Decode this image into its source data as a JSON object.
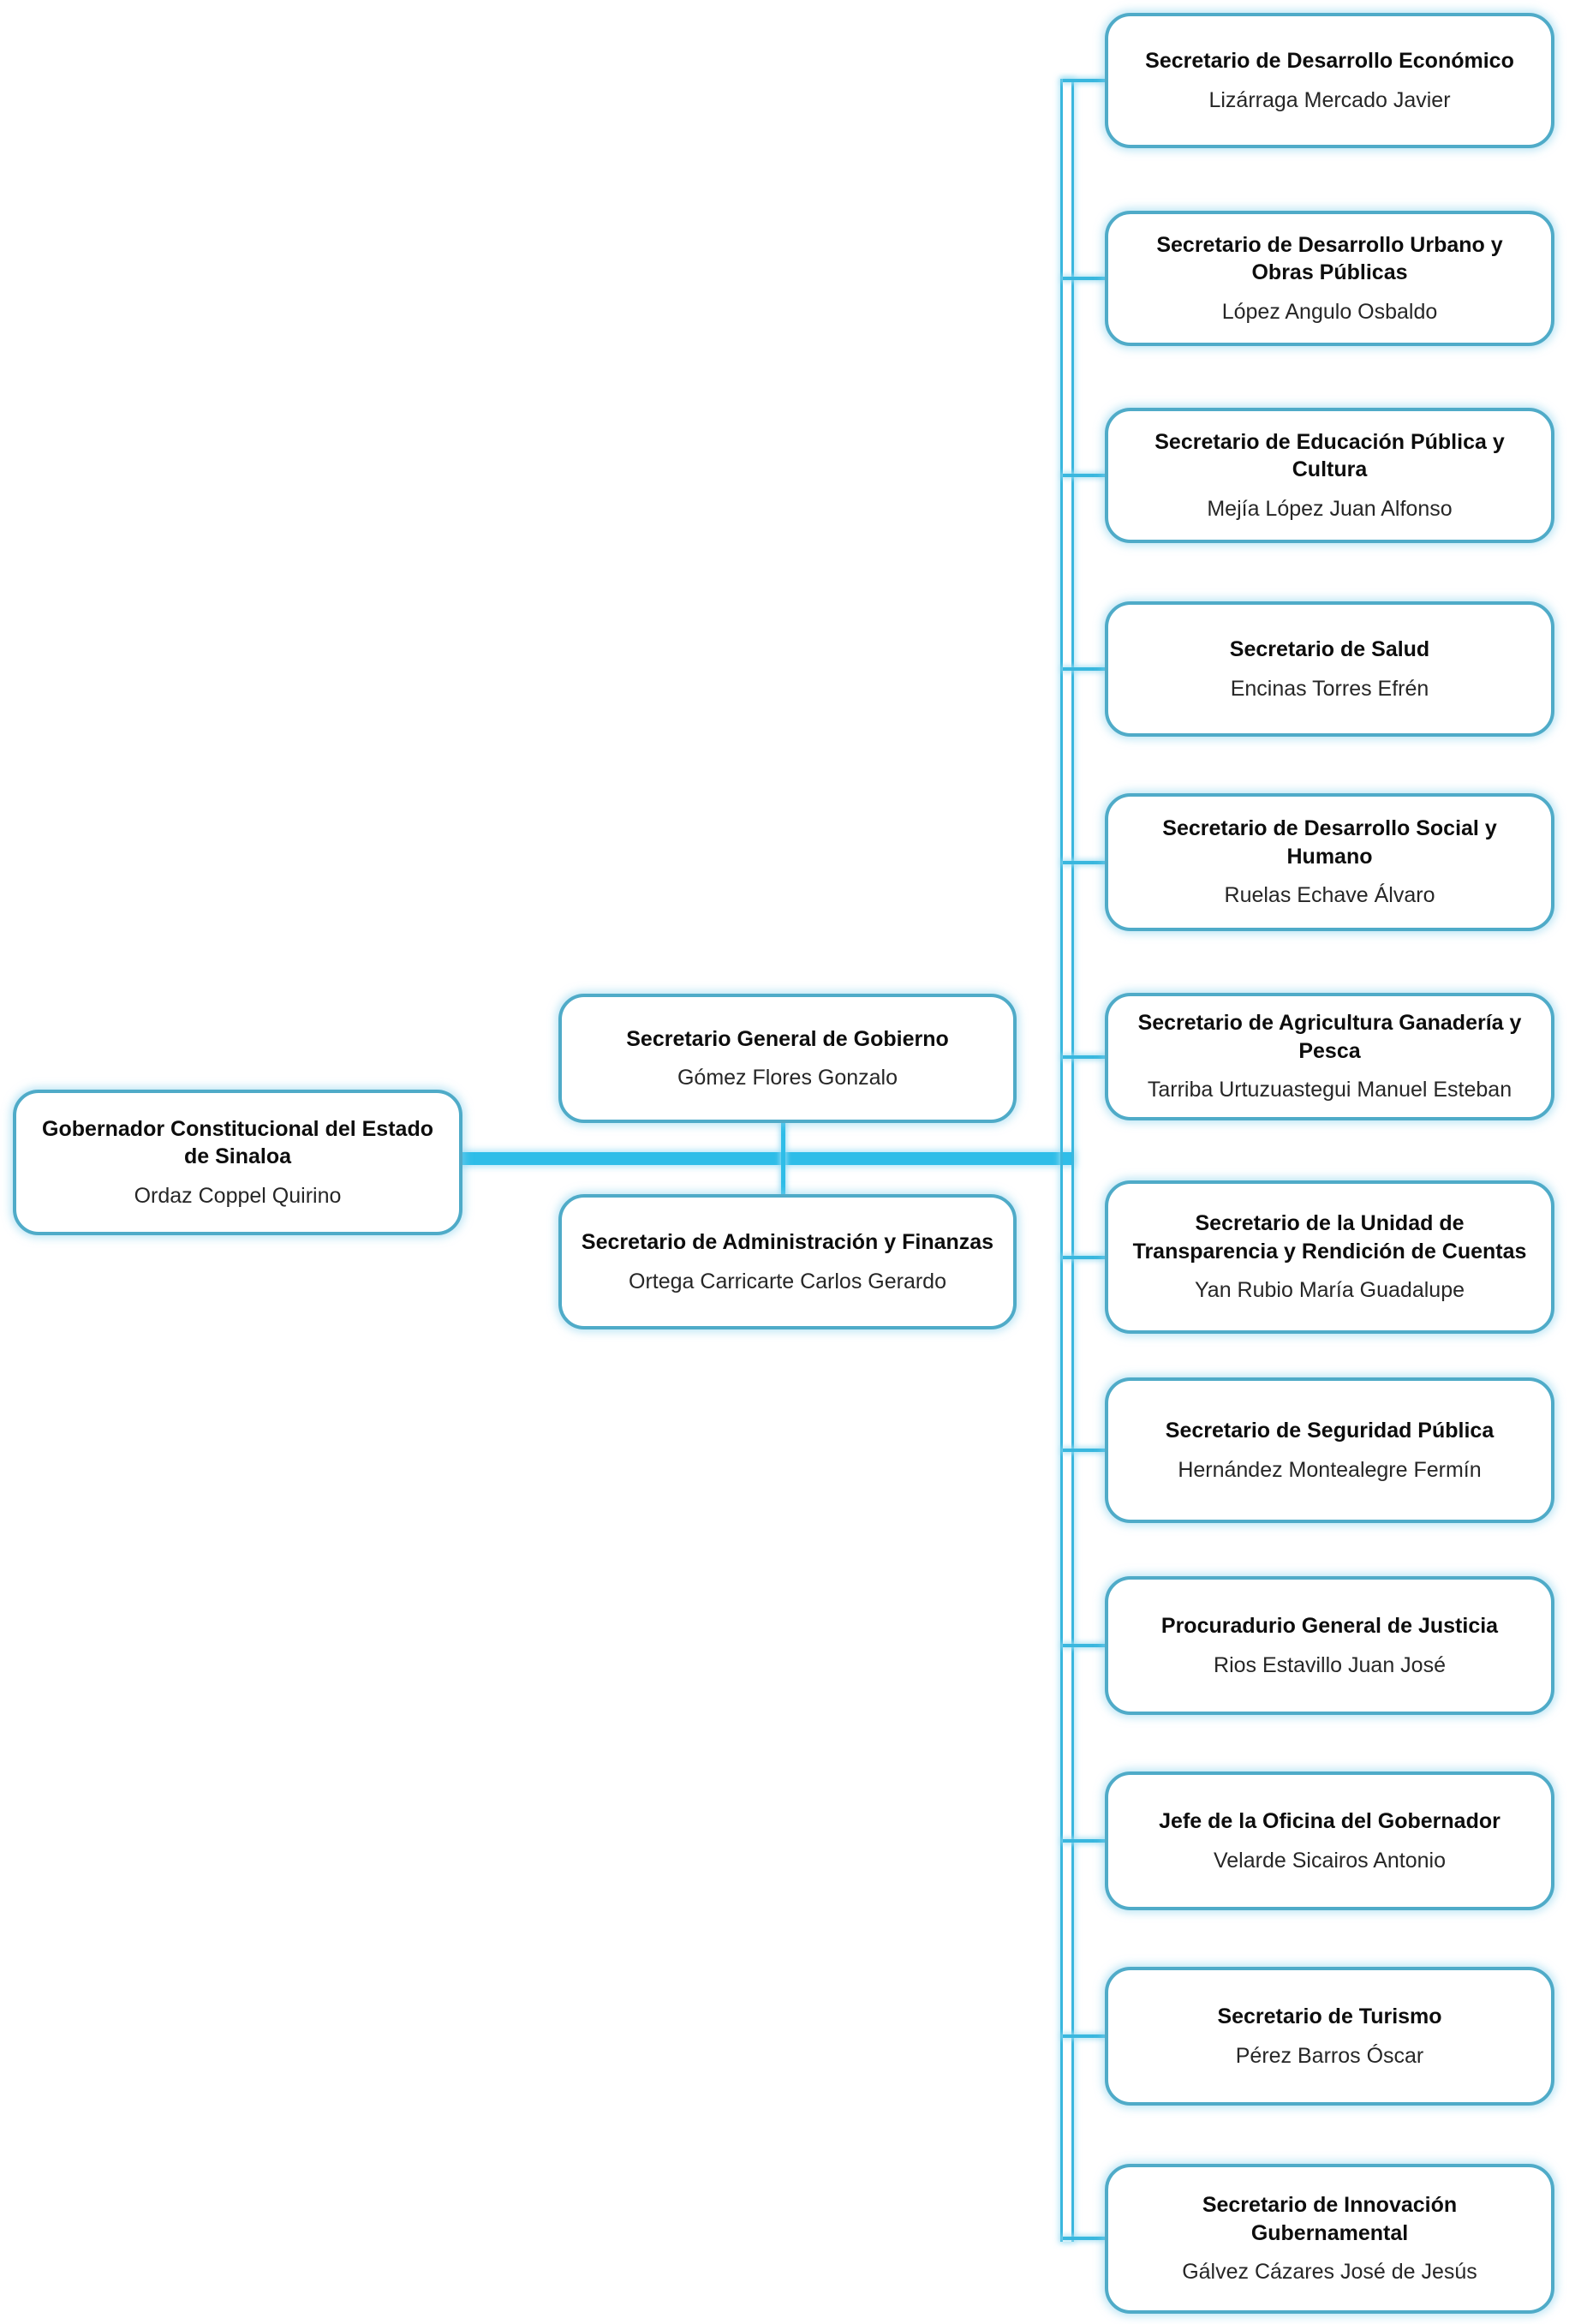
{
  "org": {
    "gobernador": {
      "title": "Gobernador Constitucional del Estado de Sinaloa",
      "name": "Ordaz Coppel Quirino"
    },
    "level2": [
      {
        "title": "Secretario General de Gobierno",
        "name": "Gómez Flores Gonzalo"
      },
      {
        "title": "Secretario de Administración y Finanzas",
        "name": "Ortega Carricarte Carlos Gerardo"
      }
    ],
    "level3": [
      {
        "title": "Secretario de Desarrollo Económico",
        "name": "Lizárraga Mercado Javier"
      },
      {
        "title": "Secretario de Desarrollo Urbano y Obras Públicas",
        "name": "López Angulo Osbaldo"
      },
      {
        "title": "Secretario de Educación Pública y Cultura",
        "name": "Mejía López Juan Alfonso"
      },
      {
        "title": "Secretario de Salud",
        "name": "Encinas Torres Efrén"
      },
      {
        "title": "Secretario de Desarrollo Social y Humano",
        "name": "Ruelas Echave Álvaro"
      },
      {
        "title": "Secretario de Agricultura Ganadería y Pesca",
        "name": "Tarriba Urtuzuastegui Manuel Esteban"
      },
      {
        "title": "Secretario de la Unidad de Transparencia y Rendición de Cuentas",
        "name": "Yan Rubio María Guadalupe"
      },
      {
        "title": "Secretario de Seguridad Pública",
        "name": "Hernández Montealegre Fermín"
      },
      {
        "title": "Procuradurio General de Justicia",
        "name": "Rios Estavillo Juan José"
      },
      {
        "title": "Jefe de la  Oficina del Gobernador",
        "name": "Velarde Sicairos Antonio"
      },
      {
        "title": "Secretario de Turismo",
        "name": "Pérez Barros Óscar"
      },
      {
        "title": "Secretario de Innovación Gubernamental",
        "name": "Gálvez Cázares José de Jesús"
      }
    ]
  },
  "colors": {
    "box_border": "#4fabc8",
    "connector": "#2ebde8",
    "connector_thin": "#39b7de",
    "glow": "#88d2ed",
    "text_title": "#0d0d0d",
    "text_name": "#262626",
    "background": "#ffffff"
  }
}
